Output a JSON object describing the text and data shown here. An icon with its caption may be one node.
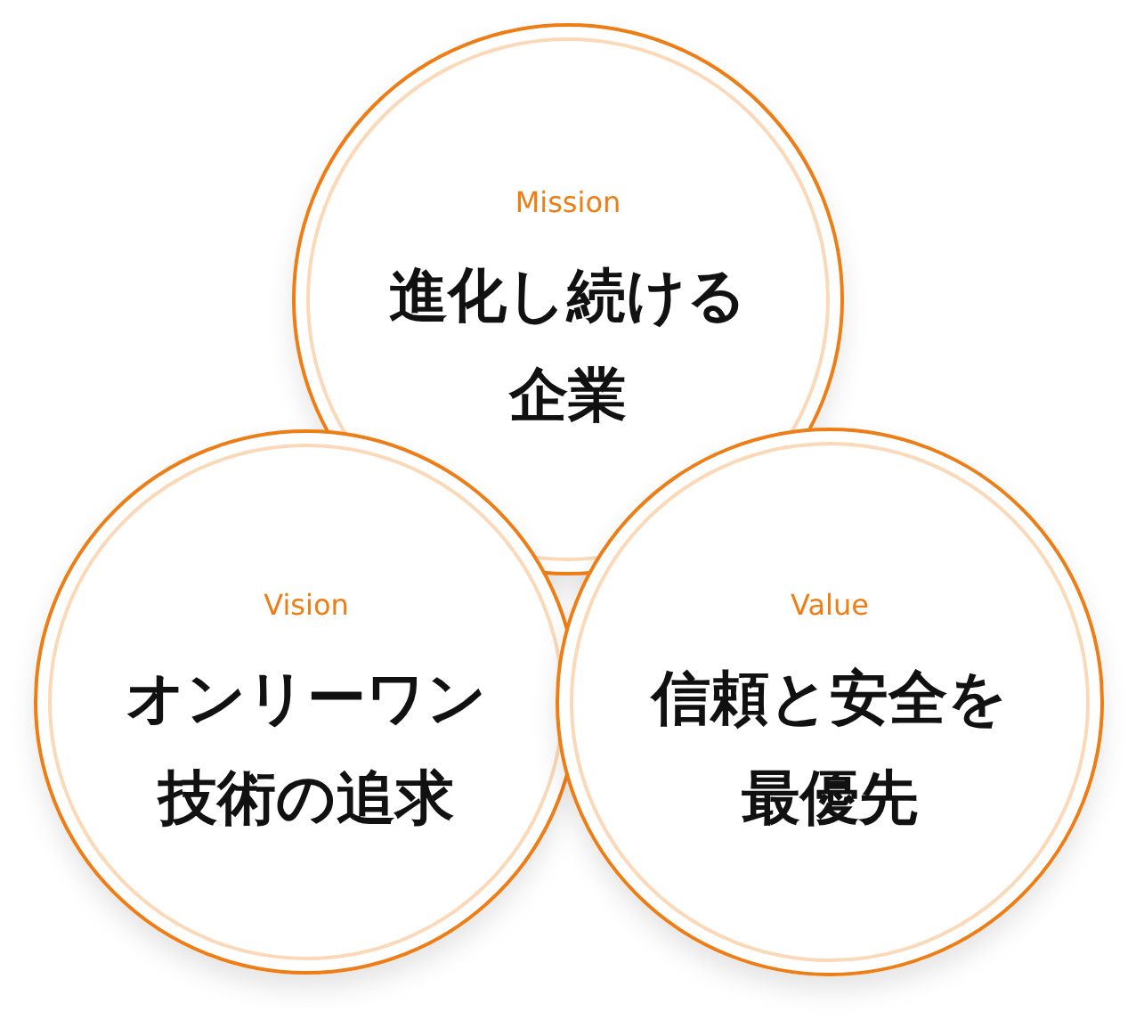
{
  "diagram": {
    "nodes": [
      {
        "text": [
          "Mission",
          "進化し続ける企業"
        ]
      },
      {
        "text": [
          "Vision",
          "オンリーワン技術の追求"
        ]
      },
      {
        "text": [
          "Value",
          "信頼と安全を最優先"
        ]
      }
    ]
  }
}
